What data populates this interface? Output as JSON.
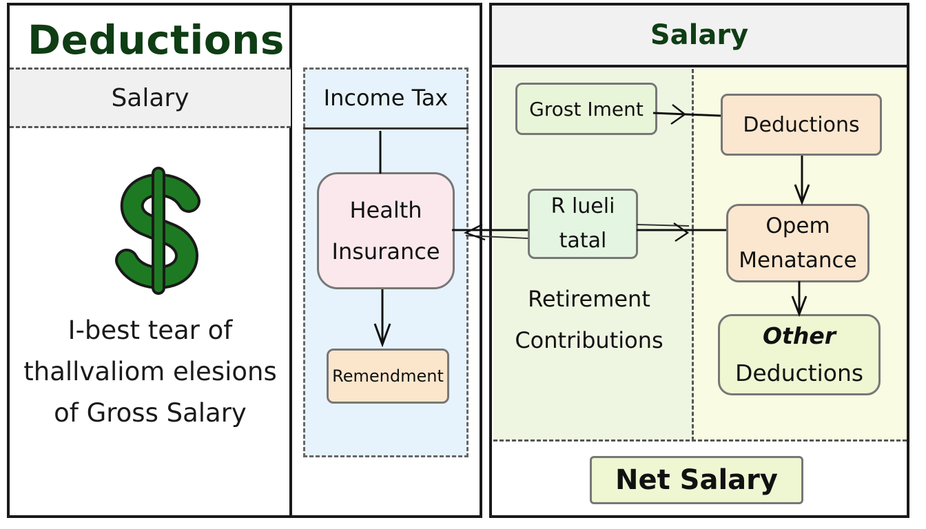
{
  "left": {
    "title": "Deductions",
    "salary_label": "Salary",
    "caption_lines": [
      "I-best tear of",
      "thallvaliom elesions",
      "of Gross Salary"
    ]
  },
  "middle": {
    "income_tax": "Income Tax",
    "health_lines": [
      "Health",
      "Insurance"
    ],
    "reminder": "Remendment"
  },
  "right": {
    "header": "Salary",
    "grost": "Grost Iment",
    "deductions": "Deductions",
    "rlueli_lines": [
      "R lueli",
      "tatal"
    ],
    "opem_lines": [
      "Opem",
      "Menatance"
    ],
    "other_lines": [
      "Other",
      "Deductions"
    ],
    "retirement_lines": [
      "Retirement",
      "Contributions"
    ],
    "net_salary": "Net Salary"
  },
  "colors": {
    "title_green": "#0f3d14",
    "dollar_green": "#1e7a22",
    "blue_fill": "#e6f3fc",
    "pink_fill": "#fbe8ec",
    "peach_fill": "#fbe7cf",
    "green_fill": "#eef6e2",
    "yellow_fill": "#fafbe3"
  }
}
